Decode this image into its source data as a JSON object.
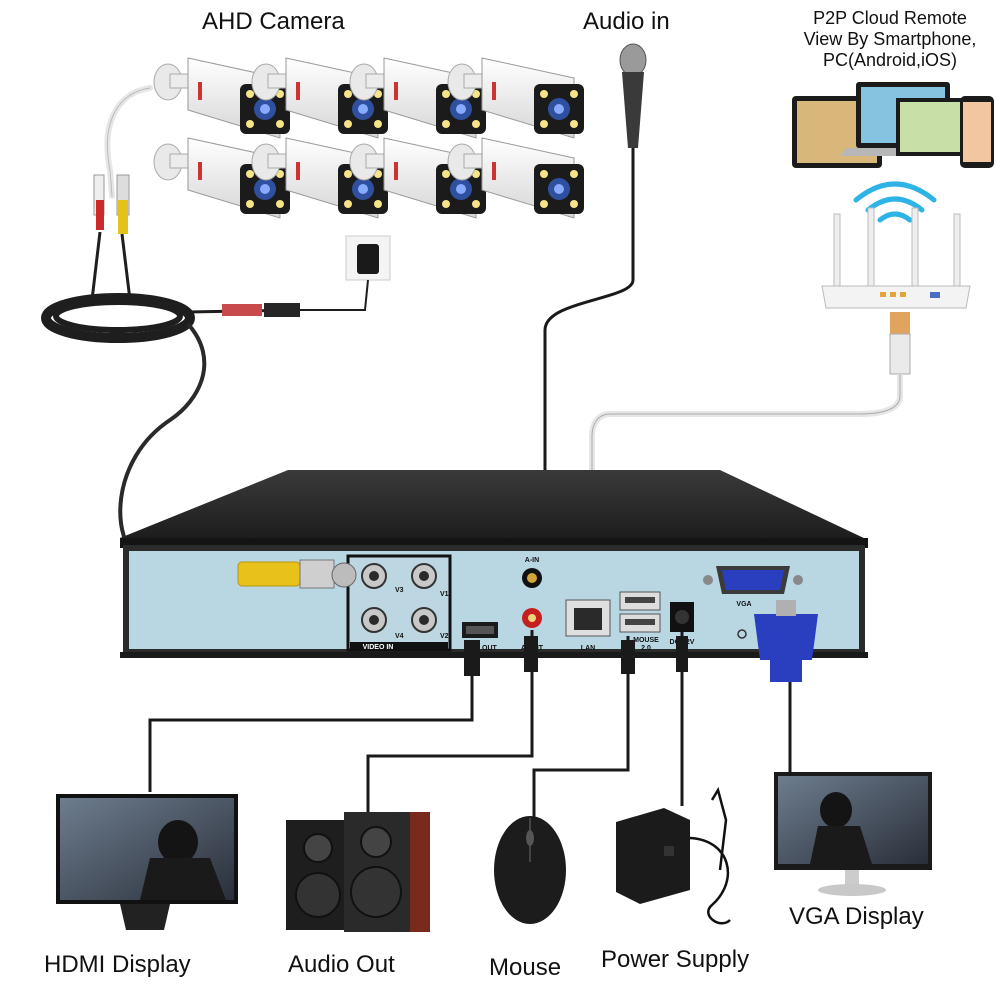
{
  "labels": {
    "ahd_camera": "AHD Camera",
    "audio_in": "Audio in",
    "p2p_line1": "P2P Cloud Remote",
    "p2p_line2": "View By Smartphone,",
    "p2p_line3": "PC(Android,iOS)",
    "hdmi_display": "HDMI Display",
    "audio_out": "Audio Out",
    "mouse": "Mouse",
    "power_supply": "Power Supply",
    "vga_display": "VGA Display"
  },
  "dvr_panel": {
    "video_in": "VIDEO IN",
    "v1": "V1",
    "v2": "V2",
    "v3": "V3",
    "v4": "V4",
    "hdmi_out": "OUT",
    "audio_in_port": "A-IN",
    "audio_out_port": "A-OUT",
    "lan": "LAN",
    "usb": "MOUSE",
    "usb2": "2.0",
    "dc": "DC-12V",
    "vga": "VGA"
  },
  "colors": {
    "dvr_body": "#2b2b2b",
    "dvr_panel": "#b9d6e3",
    "bnc_yellow": "#e8c21a",
    "vga_blue": "#2a3fbf",
    "camera_white": "#f2f2f2",
    "cable_white": "#e8e8e8",
    "cable_black": "#222222"
  }
}
